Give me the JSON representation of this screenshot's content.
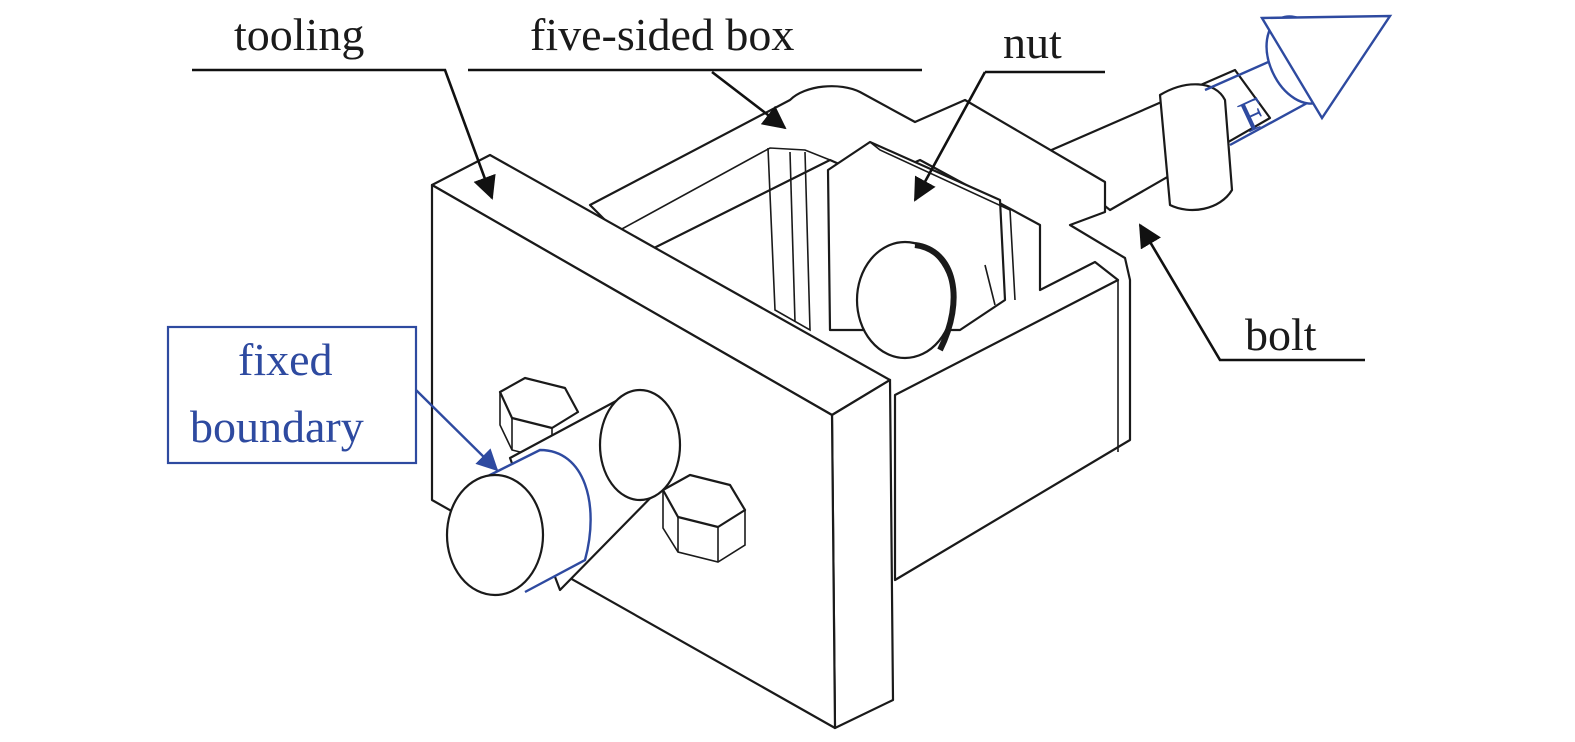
{
  "labels": {
    "tooling": "tooling",
    "five_sided_box": "five-sided box",
    "nut": "nut",
    "bolt": "bolt",
    "fixed_boundary_line1": "fixed",
    "fixed_boundary_line2": "boundary",
    "force": "F"
  },
  "colors": {
    "boundary_blue": "#2e4aa0",
    "line_black": "#1a1a1a"
  }
}
